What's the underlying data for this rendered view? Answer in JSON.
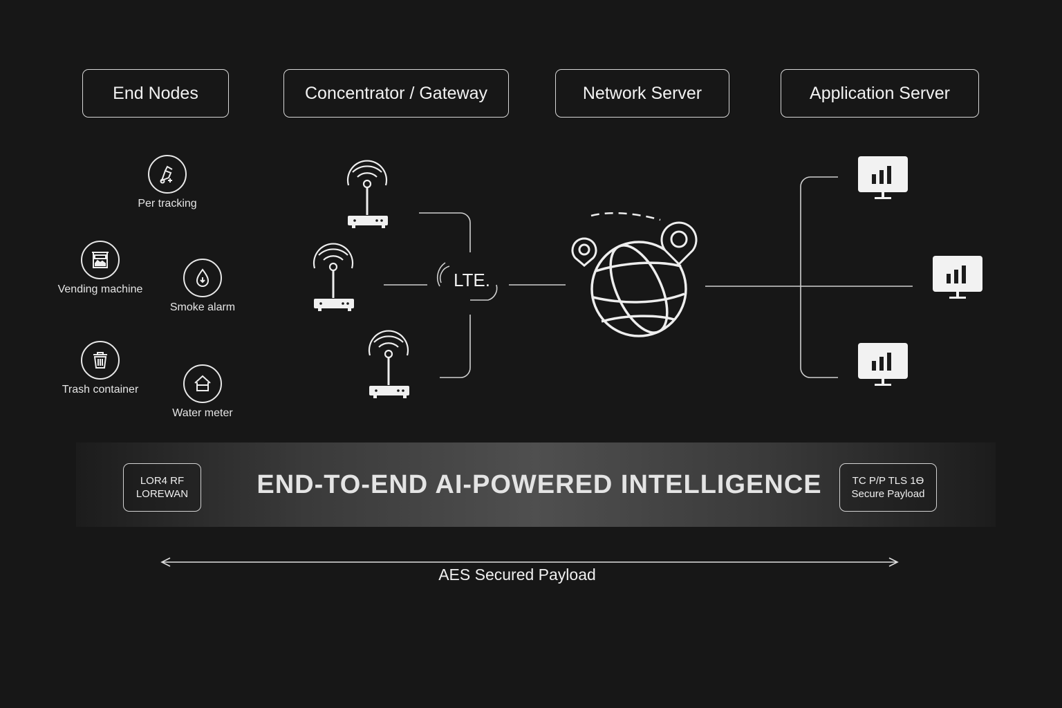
{
  "headers": {
    "end_nodes": "End Nodes",
    "gateway": "Concentrator / Gateway",
    "network_server": "Network Server",
    "application_server": "Application Server"
  },
  "end_nodes": [
    {
      "label": "Per tracking",
      "icon": "pet-tracking-icon"
    },
    {
      "label": "Vending machine",
      "icon": "vending-machine-icon"
    },
    {
      "label": "Smoke alarm",
      "icon": "smoke-alarm-icon"
    },
    {
      "label": "Trash container",
      "icon": "trash-container-icon"
    },
    {
      "label": "Water meter",
      "icon": "water-meter-icon"
    }
  ],
  "backhaul_label": "LTE.",
  "band": {
    "title": "END-TO-END AI-POWERED INTELLIGENCE",
    "left_line1": "LOR4 RF",
    "left_line2": "LOREWAN",
    "right_line1": "TC P/P TLS 1Ɵ",
    "right_line2": "Secure Payload"
  },
  "aes_label": "AES Secured Payload",
  "colors": {
    "background": "#171717",
    "foreground": "#ececec",
    "line": "#d0d0d0"
  }
}
